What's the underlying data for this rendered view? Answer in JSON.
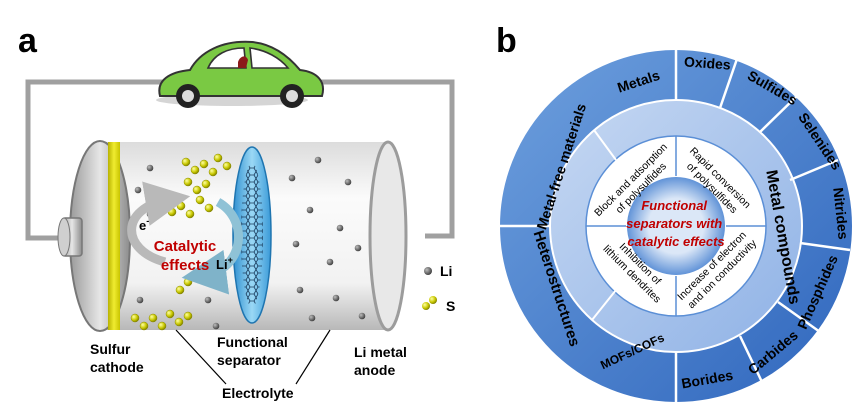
{
  "panel_a": {
    "letter": "a",
    "catalytic": "Catalytic",
    "effects": "effects",
    "electron": "e",
    "electron_sup": "-",
    "li_ion": "Li",
    "li_ion_sup": "+",
    "legend": {
      "li": "Li",
      "s": "S"
    },
    "labels": {
      "sulfur_1": "Sulfur",
      "sulfur_2": "cathode",
      "separator_1": "Functional",
      "separator_2": "separator",
      "anode_1": "Li metal",
      "anode_2": "anode",
      "electrolyte": "Electrolyte"
    }
  },
  "panel_b": {
    "letter": "b",
    "center": [
      "Functional",
      "separators with",
      "catalytic effects"
    ],
    "inner_ring": {
      "q1": [
        "Block and adsorption",
        "of polysulfides"
      ],
      "q2": [
        "Rapid conversion",
        "of polysulfides"
      ],
      "q3": [
        "Increase of electron",
        "and ion conductivity"
      ],
      "q4": [
        "Inhibition of",
        "lithium dendrites"
      ]
    },
    "middle_ring": {
      "metals": "Metals",
      "metal_compounds": "Metal compounds",
      "mofs": "MOFs/COFs"
    },
    "outer_ring": {
      "metal_free": "Metal-free materials",
      "heterostructures": "Heterostructures",
      "oxides": "Oxides",
      "sulfides": "Sulfides",
      "selenides": "Selenides",
      "nitrides": "Nitrides",
      "phosphides": "Phosphides",
      "carbides": "Carbides",
      "borides": "Borides"
    }
  },
  "colors": {
    "catalytic_red": "#c00000",
    "center_red": "#c00000",
    "cathode_yellow": "#d9d400",
    "separator_blue": "#5fb8e6",
    "car_green": "#7ac943",
    "ring_blue": "#3d78c8"
  }
}
